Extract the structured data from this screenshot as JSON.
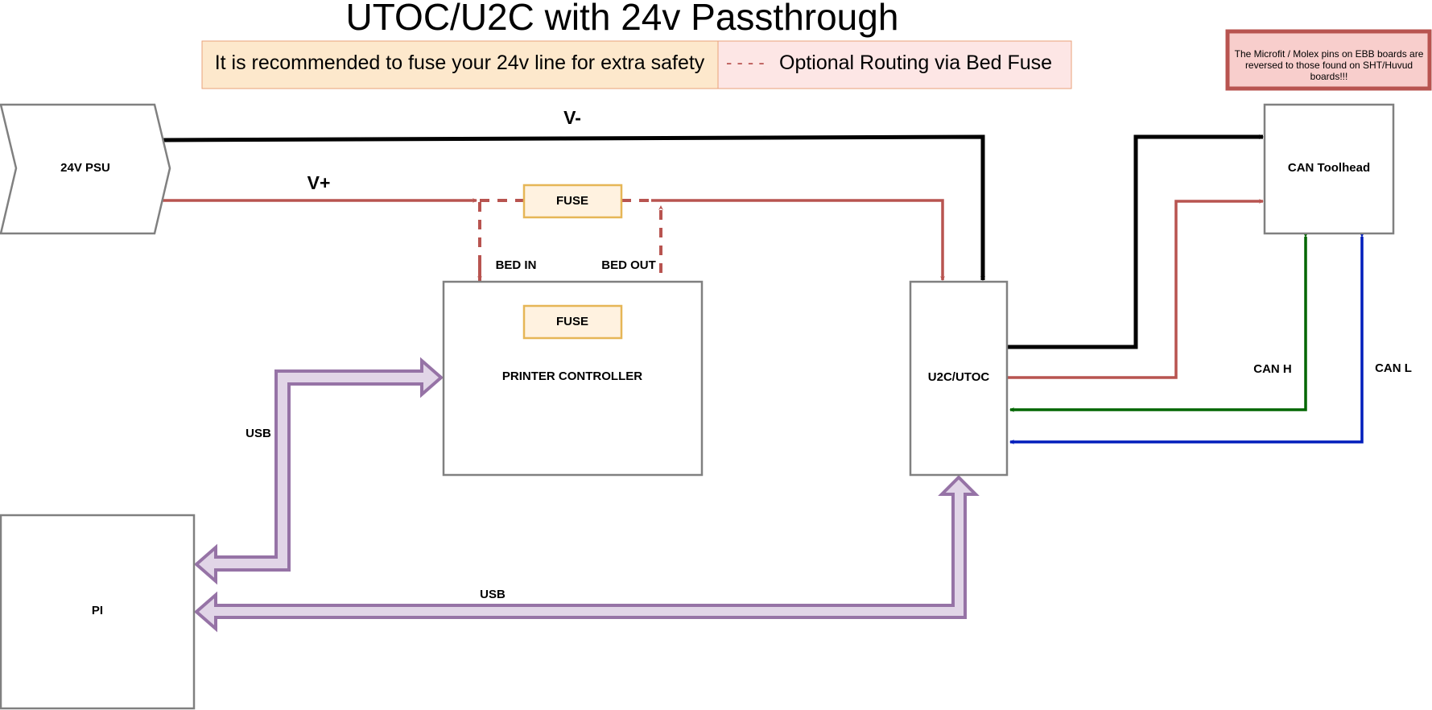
{
  "title": "UTOC/U2C with 24v Passthrough",
  "legend": {
    "recommendation": "It is recommended to fuse your 24v line for extra safety",
    "dash_sample": "- - - -",
    "optional_routing": "Optional Routing via Bed Fuse"
  },
  "warning": {
    "line1": "The Microfit / Molex pins on EBB boards are",
    "line2": "reversed to those found on SHT/Huvud",
    "line3": "boards!!!"
  },
  "nodes": {
    "psu": "24V PSU",
    "printer_controller": "PRINTER CONTROLLER",
    "pi": "PI",
    "u2c": "U2C/UTOC",
    "toolhead": "CAN Toolhead",
    "fuse_top": "FUSE",
    "fuse_bottom": "FUSE"
  },
  "edges": {
    "v_minus": "V-",
    "v_plus": "V+",
    "bed_in": "BED IN",
    "bed_out": "BED OUT",
    "usb_controller": "USB",
    "usb_u2c": "USB",
    "can_h": "CAN H",
    "can_l": "CAN L"
  },
  "colors": {
    "v_minus": "#000000",
    "v_plus": "#b85450",
    "can_h": "#006600",
    "can_l": "#001dbc",
    "usb_fill": "#e1d5e7",
    "usb_stroke": "#9673a6",
    "fuse_fill": "#fff2e0",
    "fuse_stroke": "#e6b656",
    "legend_left_fill": "#fde8cc",
    "legend_right_fill": "#fde6e5",
    "warning_fill": "#f8cecc",
    "warning_stroke": "#b85450",
    "box_stroke": "#808080"
  }
}
